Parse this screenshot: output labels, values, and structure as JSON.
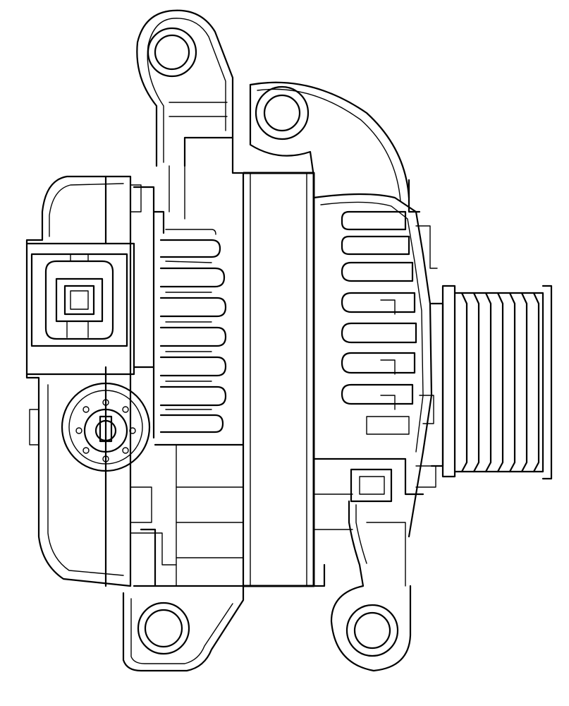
{
  "drawing": {
    "background": "#ffffff",
    "stroke_color": "#000000",
    "parts": [
      "alternator-body",
      "upper-left-mounting-ear",
      "upper-right-mounting-ear",
      "lower-left-mounting-ear",
      "lower-right-mounting-ear",
      "rear-cover",
      "electrical-connector",
      "b-terminal-post",
      "rear-cooling-fins",
      "front-cooling-fins",
      "stator-band",
      "serpentine-pulley"
    ],
    "pulley_grooves": 7,
    "fin_slots_rear": 7,
    "fin_slots_front": 7
  }
}
